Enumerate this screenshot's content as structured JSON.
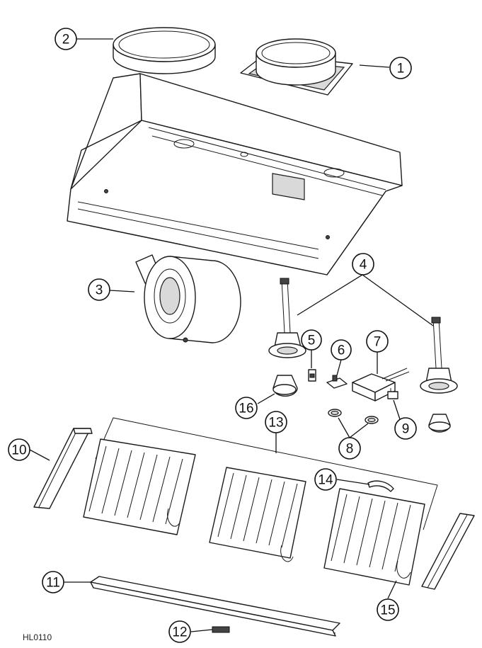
{
  "figure_code": "HL0110",
  "callouts": [
    "1",
    "2",
    "3",
    "4",
    "5",
    "6",
    "7",
    "8",
    "9",
    "10",
    "11",
    "12",
    "13",
    "14",
    "15",
    "16"
  ]
}
